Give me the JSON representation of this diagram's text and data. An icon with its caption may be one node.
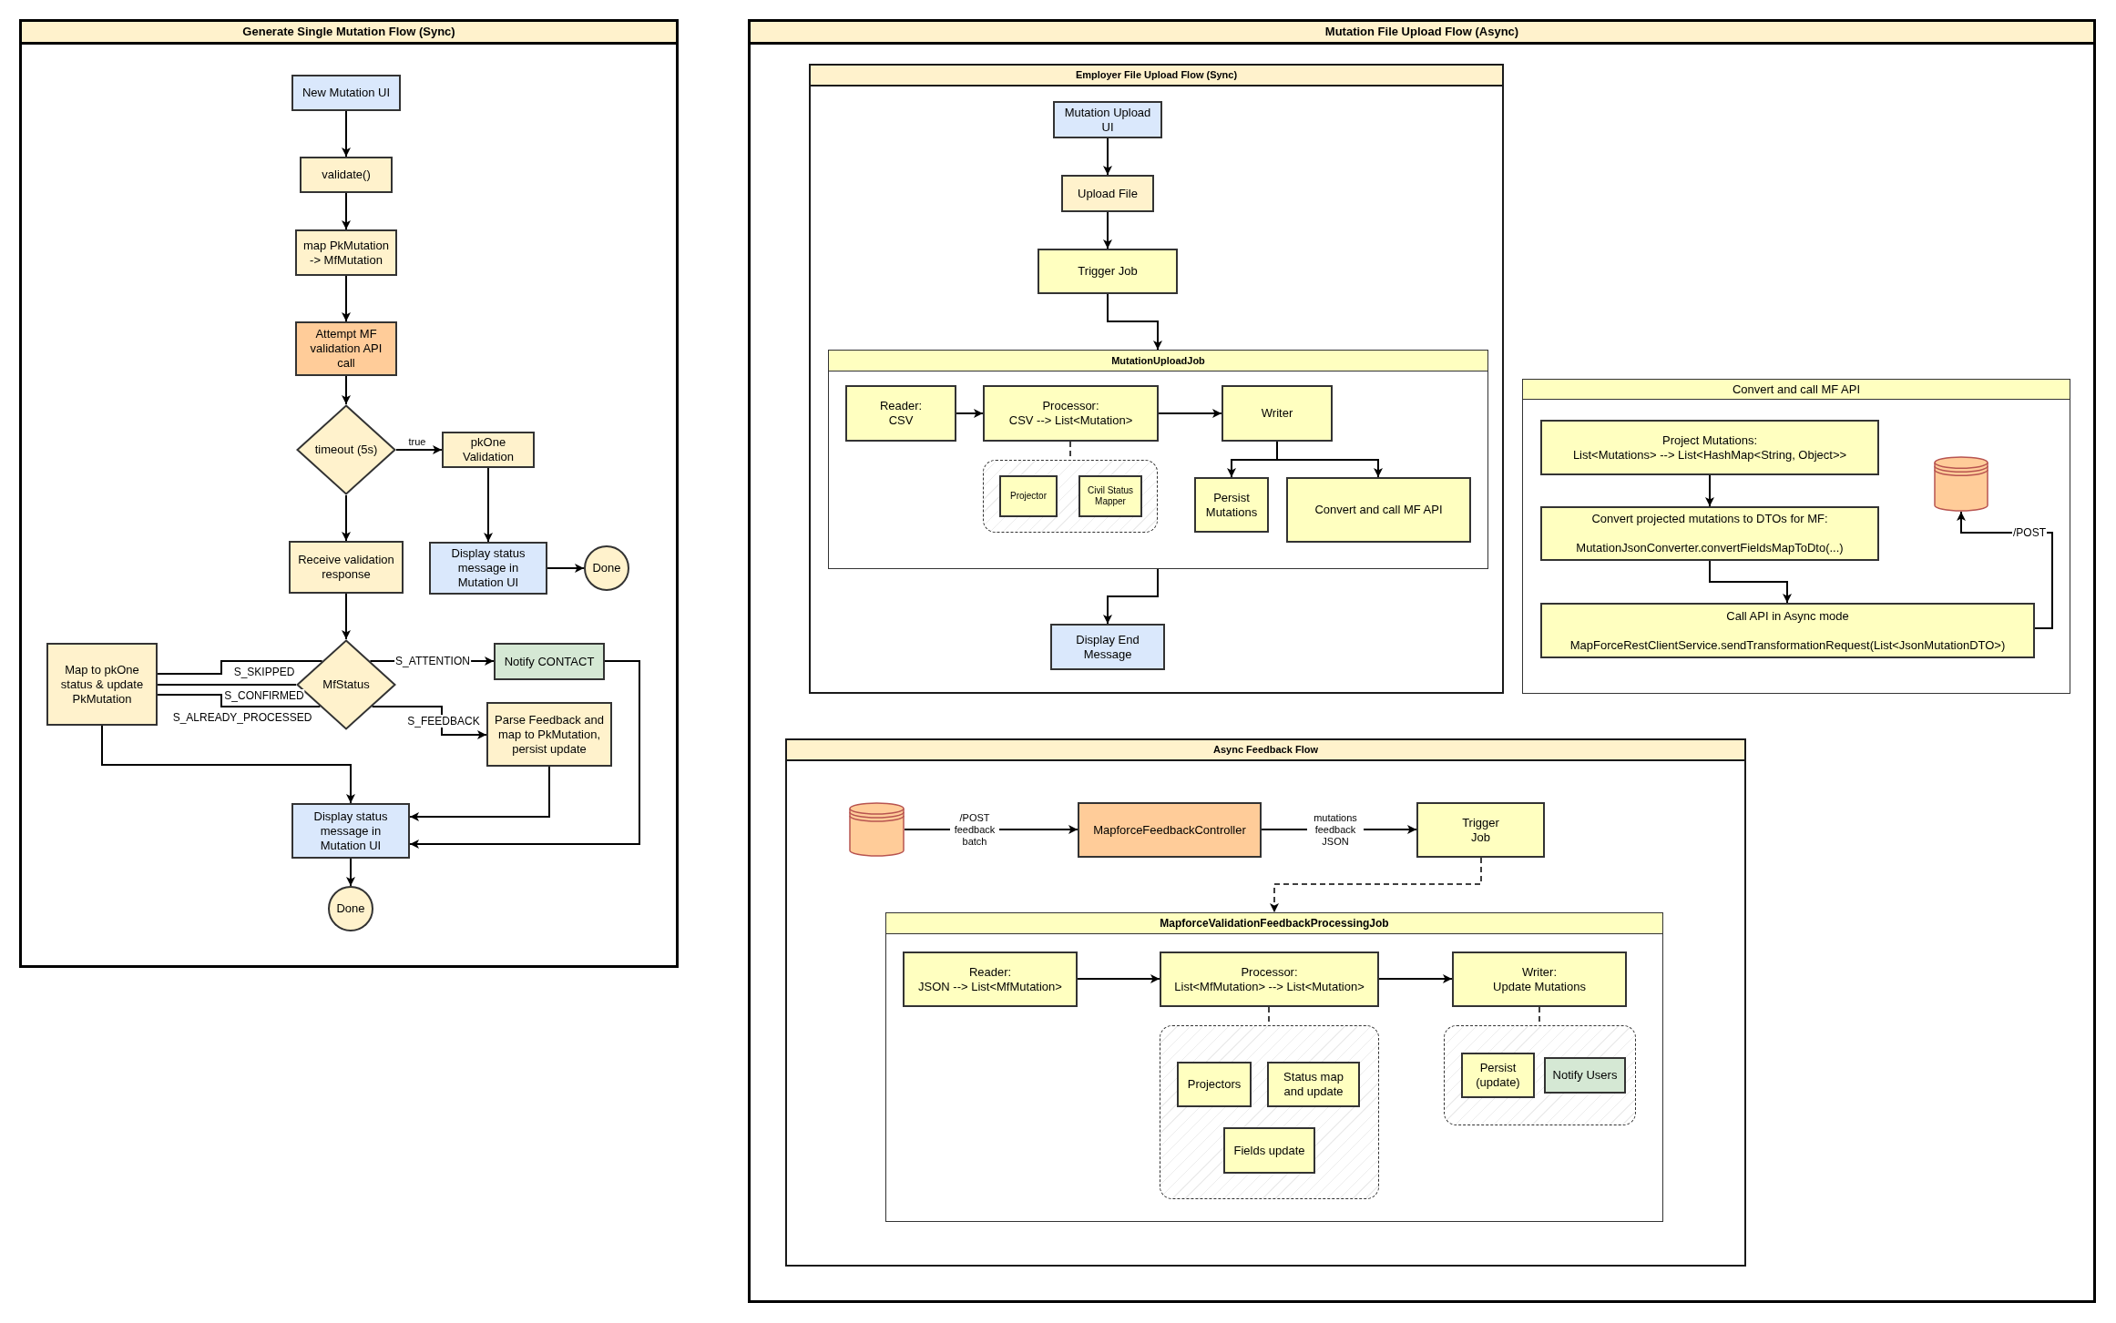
{
  "diagram": {
    "nodes": [
      {
        "text": [
          "Generate Single Mutation Flow (Sync)"
        ]
      },
      {
        "text": [
          "New Mutation UI"
        ],
        "in": 0
      },
      {
        "text": [
          "validate()"
        ],
        "in": 0
      },
      {
        "text": [
          "map PkMutation -> MfMutation"
        ],
        "in": 0
      },
      {
        "text": [
          "Attempt MF validation API call"
        ],
        "in": 0
      },
      {
        "text": [
          "timeout (5s)"
        ],
        "in": 0
      },
      {
        "text": [
          "pkOne Validation"
        ],
        "in": 0
      },
      {
        "text": [
          "Receive validation response"
        ],
        "in": 0
      },
      {
        "text": [
          "Display status message in Mutation UI"
        ],
        "in": 0
      },
      {
        "text": [
          "Done"
        ],
        "in": 0
      },
      {
        "text": [
          "Map to pkOne status & update PkMutation"
        ],
        "in": 0
      },
      {
        "text": [
          "MfStatus"
        ],
        "in": 0
      },
      {
        "text": [
          "Notify CONTACT"
        ],
        "in": 0
      },
      {
        "text": [
          "Parse Feedback and map to PkMutation, persist update"
        ],
        "in": 0
      },
      {
        "text": [
          "Display status message in Mutation UI"
        ],
        "in": 0
      },
      {
        "text": [
          "Done"
        ],
        "in": 0
      },
      {
        "text": [
          "Mutation File Upload Flow (Async)"
        ]
      },
      {
        "text": [
          "Employer File Upload Flow (Sync)"
        ],
        "in": 16
      },
      {
        "text": [
          "Mutation Upload UI"
        ],
        "in": 17
      },
      {
        "text": [
          "Upload File"
        ],
        "in": 17
      },
      {
        "text": [
          "Trigger Job"
        ],
        "in": 17
      },
      {
        "text": [
          "MutationUploadJob"
        ],
        "in": 17
      },
      {
        "text": [
          "Reader:",
          "CSV"
        ],
        "in": 21
      },
      {
        "text": [
          "Processor:",
          "CSV --> List<Mutation>"
        ],
        "in": 21
      },
      {
        "text": [
          "Writer"
        ],
        "in": 21
      },
      {
        "text": [],
        "shape": "box",
        "in": 21
      },
      {
        "text": [
          "Projector"
        ],
        "in": 25
      },
      {
        "text": [
          "Civil Status Mapper"
        ],
        "in": 25
      },
      {
        "text": [
          "Persist Mutations"
        ],
        "in": 21
      },
      {
        "text": [
          "Convert and call MF API"
        ],
        "in": 21
      },
      {
        "text": [
          "Display End Message"
        ],
        "in": 17
      },
      {
        "text": [
          "Convert and call MF API"
        ],
        "in": 16
      },
      {
        "text": [
          "Project Mutations:",
          "List<Mutations> --> List<HashMap<String, Object>>"
        ],
        "in": 31
      },
      {
        "text": [
          "Convert projected mutations to DTOs for MF:",
          "MutationJsonConverter.convertFieldsMapToDto(...)"
        ],
        "in": 31
      },
      {
        "text": [],
        "shape": "cylinder",
        "in": 31
      },
      {
        "text": [
          "Call API in Async mode",
          "MapForceRestClientService.sendTransformationRequest(List<JsonMutationDTO>)"
        ],
        "in": 31
      },
      {
        "text": [
          "Async Feedback Flow"
        ],
        "in": 16
      },
      {
        "text": [],
        "shape": "cylinder",
        "in": 36
      },
      {
        "text": [
          "MapforceFeedbackController"
        ],
        "in": 36
      },
      {
        "text": [
          "Trigger Job"
        ],
        "in": 36
      },
      {
        "text": [
          "MapforceValidationFeedbackProcessingJob"
        ],
        "in": 36
      },
      {
        "text": [
          "Reader:",
          "JSON --> List<MfMutation>"
        ],
        "in": 40
      },
      {
        "text": [
          "Processor:",
          "List<MfMutation> --> List<Mutation>"
        ],
        "in": 40
      },
      {
        "text": [
          "Writer:",
          "Update Mutations"
        ],
        "in": 40
      },
      {
        "text": [],
        "shape": "box",
        "in": 40
      },
      {
        "text": [
          "Projectors"
        ],
        "in": 44
      },
      {
        "text": [
          "Status map and update"
        ],
        "in": 44
      },
      {
        "text": [
          "Fields update"
        ],
        "in": 44
      },
      {
        "text": [],
        "shape": "box",
        "in": 40
      },
      {
        "text": [
          "Persist (update)"
        ],
        "in": 48
      },
      {
        "text": [
          "Notify Users"
        ],
        "in": 48
      }
    ],
    "edges": [
      {
        "from": 1,
        "to": 2,
        "arrow": "to"
      },
      {
        "from": 2,
        "to": 3,
        "arrow": "to"
      },
      {
        "from": 3,
        "to": 4,
        "arrow": "to"
      },
      {
        "from": 4,
        "to": 5,
        "arrow": "to"
      },
      {
        "from": 5,
        "to": 6,
        "arrow": "to",
        "label": "true"
      },
      {
        "from": 5,
        "to": 7,
        "arrow": "to"
      },
      {
        "from": 6,
        "to": 8,
        "arrow": "to"
      },
      {
        "from": 8,
        "to": 9,
        "arrow": "to"
      },
      {
        "from": 7,
        "to": 11,
        "arrow": "to"
      },
      {
        "from": 11,
        "to": 10,
        "arrow": "none",
        "label": "S_SKIPPED"
      },
      {
        "from": 11,
        "to": 10,
        "arrow": "none",
        "label": "S_CONFIRMED"
      },
      {
        "from": 11,
        "to": 10,
        "arrow": "none",
        "label": "S_ALREADY_PROCESSED"
      },
      {
        "from": 11,
        "to": 12,
        "arrow": "to",
        "label": "S_ATTENTION"
      },
      {
        "from": 11,
        "to": 13,
        "arrow": "to",
        "label": "S_FEEDBACK"
      },
      {
        "from": 10,
        "to": 14,
        "arrow": "to"
      },
      {
        "from": 13,
        "to": 14,
        "arrow": "to"
      },
      {
        "from": 12,
        "to": 14,
        "arrow": "to"
      },
      {
        "from": 14,
        "to": 15,
        "arrow": "to"
      },
      {
        "from": 18,
        "to": 19,
        "arrow": "to"
      },
      {
        "from": 19,
        "to": 20,
        "arrow": "to"
      },
      {
        "from": 20,
        "to": 21,
        "arrow": "to"
      },
      {
        "from": 22,
        "to": 23,
        "arrow": "to"
      },
      {
        "from": 23,
        "to": 24,
        "arrow": "to"
      },
      {
        "from": 23,
        "to": 25,
        "arrow": "none",
        "style": "dashed"
      },
      {
        "from": 24,
        "to": 28,
        "arrow": "to"
      },
      {
        "from": 24,
        "to": 29,
        "arrow": "to"
      },
      {
        "from": 21,
        "to": 30,
        "arrow": "to"
      },
      {
        "from": 32,
        "to": 33,
        "arrow": "to"
      },
      {
        "from": 33,
        "to": 35,
        "arrow": "to"
      },
      {
        "from": 35,
        "to": 34,
        "arrow": "to",
        "label": "/POST"
      },
      {
        "from": 37,
        "to": 38,
        "arrow": "to",
        "label": "/POST feedback batch"
      },
      {
        "from": 38,
        "to": 39,
        "arrow": "to",
        "label": "mutations feedback JSON"
      },
      {
        "from": 39,
        "to": 40,
        "arrow": "to",
        "style": "dashed"
      },
      {
        "from": 41,
        "to": 42,
        "arrow": "to"
      },
      {
        "from": 42,
        "to": 43,
        "arrow": "to"
      },
      {
        "from": 42,
        "to": 44,
        "arrow": "none",
        "style": "dashed"
      },
      {
        "from": 43,
        "to": 48,
        "arrow": "none",
        "style": "dashed"
      }
    ]
  }
}
